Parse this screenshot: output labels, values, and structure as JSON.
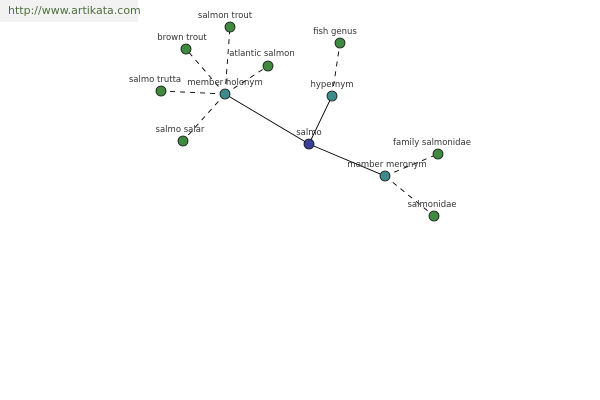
{
  "watermark": "http://www.artikata.com",
  "colors": {
    "root": "#3a3f99",
    "relation": "#3e8b8b",
    "leaf": "#3f8a3f",
    "stroke": "#1a1a1a",
    "edge": "#000000"
  },
  "graph": {
    "nodes": [
      {
        "id": "salmo",
        "label": "salmo",
        "kind": "root"
      },
      {
        "id": "member-holonym",
        "label": "member holonym",
        "kind": "relation"
      },
      {
        "id": "hypernym",
        "label": "hypernym",
        "kind": "relation"
      },
      {
        "id": "member-meronym",
        "label": "member meronym",
        "kind": "relation"
      },
      {
        "id": "salmon-trout",
        "label": "salmon trout",
        "kind": "leaf"
      },
      {
        "id": "brown-trout",
        "label": "brown trout",
        "kind": "leaf"
      },
      {
        "id": "atlantic-salmon",
        "label": "atlantic salmon",
        "kind": "leaf"
      },
      {
        "id": "salmo-trutta",
        "label": "salmo trutta",
        "kind": "leaf"
      },
      {
        "id": "salmo-salar",
        "label": "salmo salar",
        "kind": "leaf"
      },
      {
        "id": "fish-genus",
        "label": "fish genus",
        "kind": "leaf"
      },
      {
        "id": "family-salmonidae",
        "label": "family salmonidae",
        "kind": "leaf"
      },
      {
        "id": "salmonidae",
        "label": "salmonidae",
        "kind": "leaf"
      }
    ],
    "edges": [
      {
        "from": "salmo",
        "to": "member-holonym",
        "style": "solid"
      },
      {
        "from": "salmo",
        "to": "hypernym",
        "style": "solid"
      },
      {
        "from": "salmo",
        "to": "member-meronym",
        "style": "solid"
      },
      {
        "from": "member-holonym",
        "to": "salmon-trout",
        "style": "dashed"
      },
      {
        "from": "member-holonym",
        "to": "brown-trout",
        "style": "dashed"
      },
      {
        "from": "member-holonym",
        "to": "atlantic-salmon",
        "style": "dashed"
      },
      {
        "from": "member-holonym",
        "to": "salmo-trutta",
        "style": "dashed"
      },
      {
        "from": "member-holonym",
        "to": "salmo-salar",
        "style": "dashed"
      },
      {
        "from": "hypernym",
        "to": "fish-genus",
        "style": "dashed"
      },
      {
        "from": "member-meronym",
        "to": "family-salmonidae",
        "style": "dashed"
      },
      {
        "from": "member-meronym",
        "to": "salmonidae",
        "style": "dashed"
      }
    ]
  }
}
